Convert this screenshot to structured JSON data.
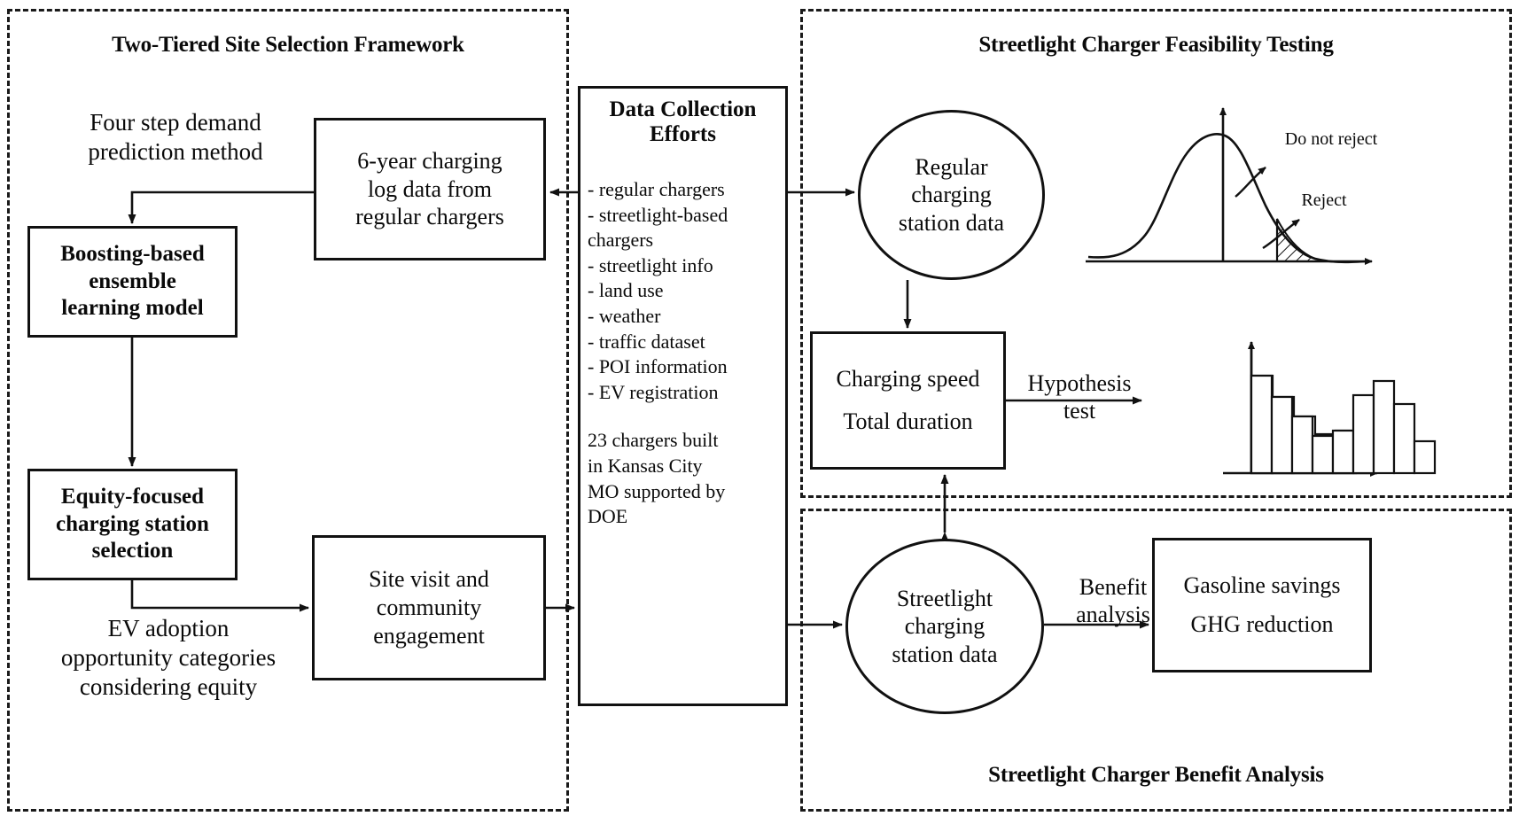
{
  "figure": {
    "type": "flow-diagram",
    "panels": [
      {
        "id": "left",
        "title": "Two-Tiered Site Selection Framework"
      },
      {
        "id": "right_top",
        "title": "Streetlight Charger Feasibility Testing"
      },
      {
        "id": "right_bottom",
        "title": "Streetlight Charger Benefit Analysis"
      }
    ]
  },
  "left_panel": {
    "title": "Two-Tiered Site Selection Framework",
    "label_four_step": "Four  step demand\nprediction method",
    "box_log_data": "6-year charging\nlog data from\nregular chargers",
    "box_boosting": "Boosting-based\nensemble\nlearning model",
    "box_equity": "Equity-focused\ncharging station\nselection",
    "label_ev_adoption": "EV adoption\nopportunity categories\nconsidering equity",
    "box_site_visit": "Site visit and\ncommunity\nengagement"
  },
  "data_collection": {
    "title": "Data Collection\nEfforts",
    "items": [
      "- regular chargers",
      "- streetlight-based",
      "chargers",
      "- streetlight  info",
      "- land use",
      "- weather",
      "- traffic dataset",
      "- POI information",
      "- EV registration"
    ],
    "note": "23 chargers  built\nin Kansas City\nMO supported by\nDOE"
  },
  "feasibility_panel": {
    "title": "Streetlight Charger Feasibility Testing",
    "node_regular_data": "Regular\ncharging\nstation data",
    "box_metrics": "Charging speed\n\nTotal duration",
    "box_metrics_line1": "Charging speed",
    "box_metrics_line2": "Total duration",
    "edge_hypothesis": "Hypothesis\ntest",
    "curve_label_do_not_reject": "Do not reject",
    "curve_label_reject": "Reject"
  },
  "benefit_panel": {
    "title": "Streetlight Charger Benefit Analysis",
    "node_streetlight_data": "Streetlight\ncharging\nstation data",
    "edge_benefit": "Benefit\nanalysis",
    "box_outcomes_line1": "Gasoline savings",
    "box_outcomes_line2": "GHG reduction"
  },
  "chart_data": [
    {
      "type": "line",
      "name": "hypothesis-test-normal-curve",
      "title": "",
      "xlabel": "",
      "ylabel": "",
      "annotations": [
        "Do not reject",
        "Reject"
      ],
      "description": "Normal (bell) density with vertical axis at the mean and a hatched right-tail rejection region",
      "x": [
        -3.0,
        -2.5,
        -2.0,
        -1.5,
        -1.0,
        -0.5,
        0.0,
        0.5,
        1.0,
        1.5,
        2.0,
        2.5,
        3.0
      ],
      "y": [
        0.04,
        0.05,
        0.12,
        0.33,
        0.65,
        0.92,
        1.0,
        0.92,
        0.65,
        0.33,
        0.12,
        0.05,
        0.02
      ],
      "critical_value": 1.6,
      "grid": false,
      "legend": "none"
    },
    {
      "type": "bar",
      "name": "charging-duration-histogram",
      "title": "",
      "xlabel": "",
      "ylabel": "",
      "categories": [
        "1",
        "2",
        "3",
        "4",
        "5",
        "6",
        "7",
        "8",
        "9"
      ],
      "values": [
        100,
        76,
        57,
        40,
        45,
        78,
        95,
        70,
        33
      ],
      "ylim": [
        0,
        130
      ],
      "grid": false,
      "legend": "none"
    }
  ]
}
